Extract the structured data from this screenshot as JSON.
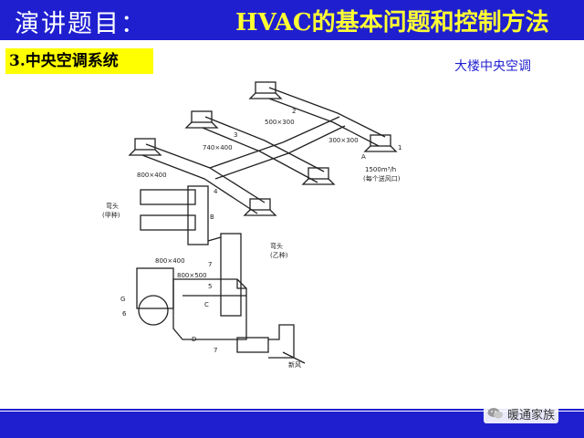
{
  "header": {
    "label": "演讲题目：",
    "topic": "HVAC的基本问题和控制方法"
  },
  "section": {
    "tag": "3.中央空调系统"
  },
  "subtitle": "大楼中央空调",
  "diagram": {
    "dims": {
      "d1": "500×300",
      "d2": "300×300",
      "d3": "740×400",
      "d4": "800×400",
      "d5": "800×400",
      "d6": "800×500"
    },
    "flow": "1500m³/h",
    "flow_note": "(每个送风口)",
    "bend_a": "弯头",
    "bend_a_type": "(甲种)",
    "bend_b": "弯头",
    "bend_b_type": "(乙种)",
    "fresh_air": "新风",
    "letters": {
      "a": "A",
      "b": "B",
      "c": "C",
      "d": "D",
      "g": "G"
    },
    "numbers": {
      "n1": "1",
      "n2": "2",
      "n3": "3",
      "n4": "4",
      "n5": "5",
      "n6": "6",
      "n7": "7",
      "n7b": "7"
    }
  },
  "watermark": {
    "icon": "wechat-icon",
    "text": "暖通家族"
  }
}
